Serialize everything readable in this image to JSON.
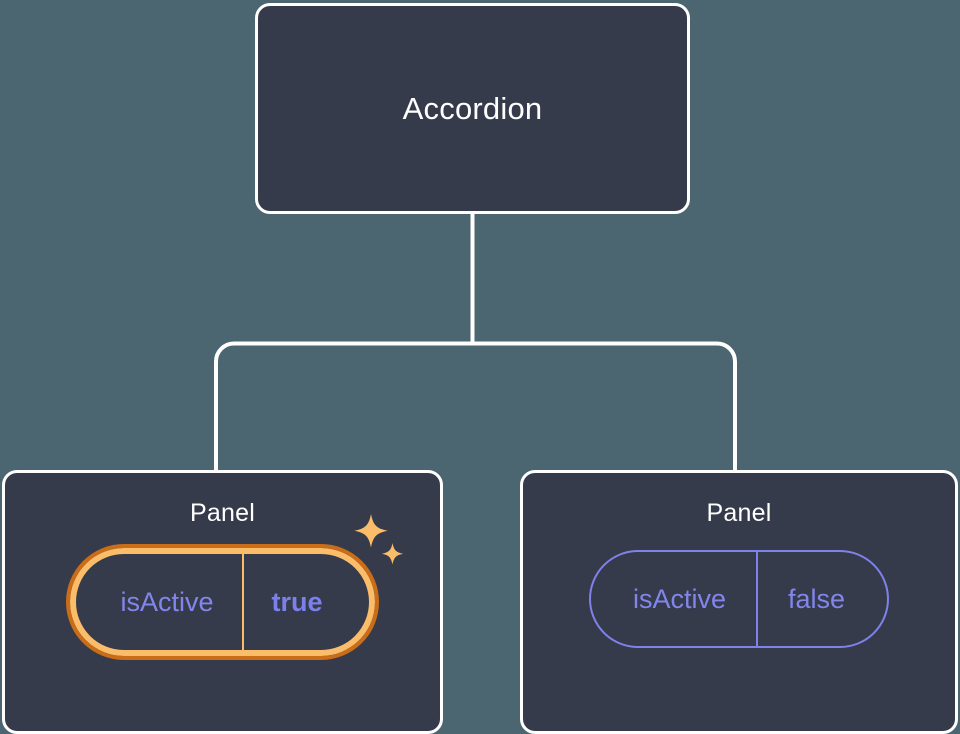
{
  "diagram": {
    "type": "component-tree",
    "background_color": "#4c6671",
    "node_fill_color": "#353b4a",
    "node_border_color": "#ffffff",
    "edge_color": "#ffffff",
    "prop_text_color": "#8286ec",
    "highlight_outer_color": "#c96d18",
    "highlight_inner_color": "#fbbd6a",
    "sparkle_color": "#fbbd6a",
    "root": {
      "title": "Accordion"
    },
    "children": [
      {
        "title": "Panel",
        "highlighted": true,
        "prop": {
          "key": "isActive",
          "value": "true"
        },
        "sparkle_icon": "sparkles-icon"
      },
      {
        "title": "Panel",
        "highlighted": false,
        "prop": {
          "key": "isActive",
          "value": "false"
        }
      }
    ]
  }
}
